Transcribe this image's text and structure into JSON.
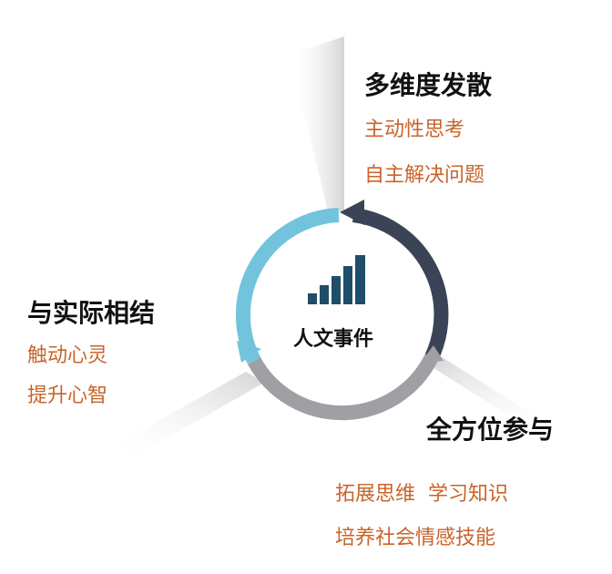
{
  "colors": {
    "arc_top_right": "#3a4456",
    "arc_bottom": "#9ea0a4",
    "arc_left": "#72c4dc",
    "bar_icon": "#1f4e6a",
    "title_text": "#111111",
    "sub_text": "#c8642b",
    "shadow": "#d8d8d8"
  },
  "center": {
    "icon": "bar-chart-icon",
    "label": "人文事件"
  },
  "top_section": {
    "title": "多维度发散",
    "items": [
      "主动性思考",
      "自主解决问题"
    ]
  },
  "left_section": {
    "title": "与实际相结",
    "items": [
      "触动心灵",
      "提升心智"
    ]
  },
  "bottom_section": {
    "title": "全方位参与",
    "items": [
      "拓展思维  学习知识",
      "培养社会情感技能"
    ]
  }
}
